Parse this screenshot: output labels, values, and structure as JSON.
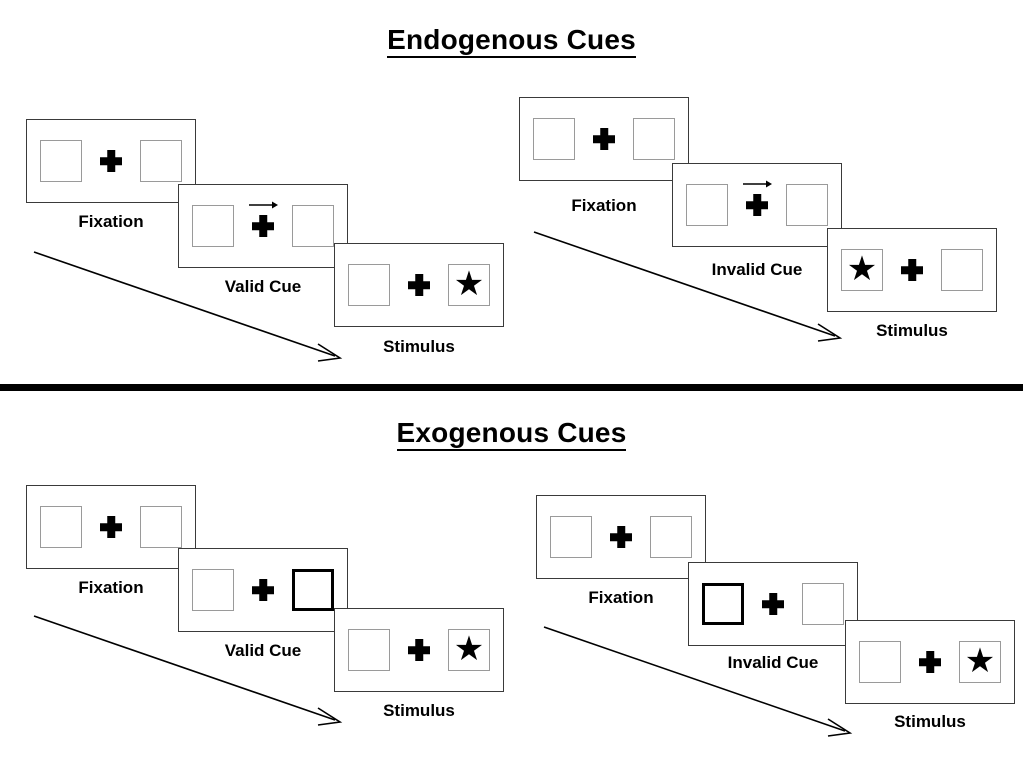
{
  "figure": {
    "sections": [
      {
        "id": "endogenous",
        "title": "Endogenous Cues",
        "cue_type": "arrow",
        "conditions": [
          {
            "id": "endogenous-valid",
            "panels": [
              {
                "id": "fixation",
                "caption": "Fixation",
                "cue": "none",
                "left_box": "empty",
                "right_box": "empty"
              },
              {
                "id": "cue",
                "caption": "Valid Cue",
                "cue": "arrow-right",
                "left_box": "empty",
                "right_box": "empty"
              },
              {
                "id": "stimulus",
                "caption": "Stimulus",
                "cue": "none",
                "left_box": "empty",
                "right_box": "star"
              }
            ]
          },
          {
            "id": "endogenous-invalid",
            "panels": [
              {
                "id": "fixation",
                "caption": "Fixation",
                "cue": "none",
                "left_box": "empty",
                "right_box": "empty"
              },
              {
                "id": "cue",
                "caption": "Invalid Cue",
                "cue": "arrow-right",
                "left_box": "empty",
                "right_box": "empty"
              },
              {
                "id": "stimulus",
                "caption": "Stimulus",
                "cue": "none",
                "left_box": "star",
                "right_box": "empty"
              }
            ]
          }
        ]
      },
      {
        "id": "exogenous",
        "title": "Exogenous Cues",
        "cue_type": "box-highlight",
        "conditions": [
          {
            "id": "exogenous-valid",
            "panels": [
              {
                "id": "fixation",
                "caption": "Fixation",
                "cue": "none",
                "left_box": "empty",
                "right_box": "empty"
              },
              {
                "id": "cue",
                "caption": "Valid Cue",
                "cue": "highlight-right",
                "left_box": "empty",
                "right_box": "cued"
              },
              {
                "id": "stimulus",
                "caption": "Stimulus",
                "cue": "none",
                "left_box": "empty",
                "right_box": "star"
              }
            ]
          },
          {
            "id": "exogenous-invalid",
            "panels": [
              {
                "id": "fixation",
                "caption": "Fixation",
                "cue": "none",
                "left_box": "empty",
                "right_box": "empty"
              },
              {
                "id": "cue",
                "caption": "Invalid Cue",
                "cue": "highlight-left",
                "left_box": "cued",
                "right_box": "empty"
              },
              {
                "id": "stimulus",
                "caption": "Stimulus",
                "cue": "none",
                "left_box": "empty",
                "right_box": "star"
              }
            ]
          }
        ]
      }
    ],
    "glyphs": {
      "star": "★",
      "fixation_cross": "plus-sign",
      "cue_arrow": "arrow-right-icon",
      "time_arrow": "diagonal-time-arrow-icon"
    },
    "colors": {
      "ink": "#000000",
      "panel_border": "#3a3a3a",
      "box_border": "#9a9a9a",
      "cued_box_border": "#000000",
      "background": "#ffffff"
    }
  }
}
